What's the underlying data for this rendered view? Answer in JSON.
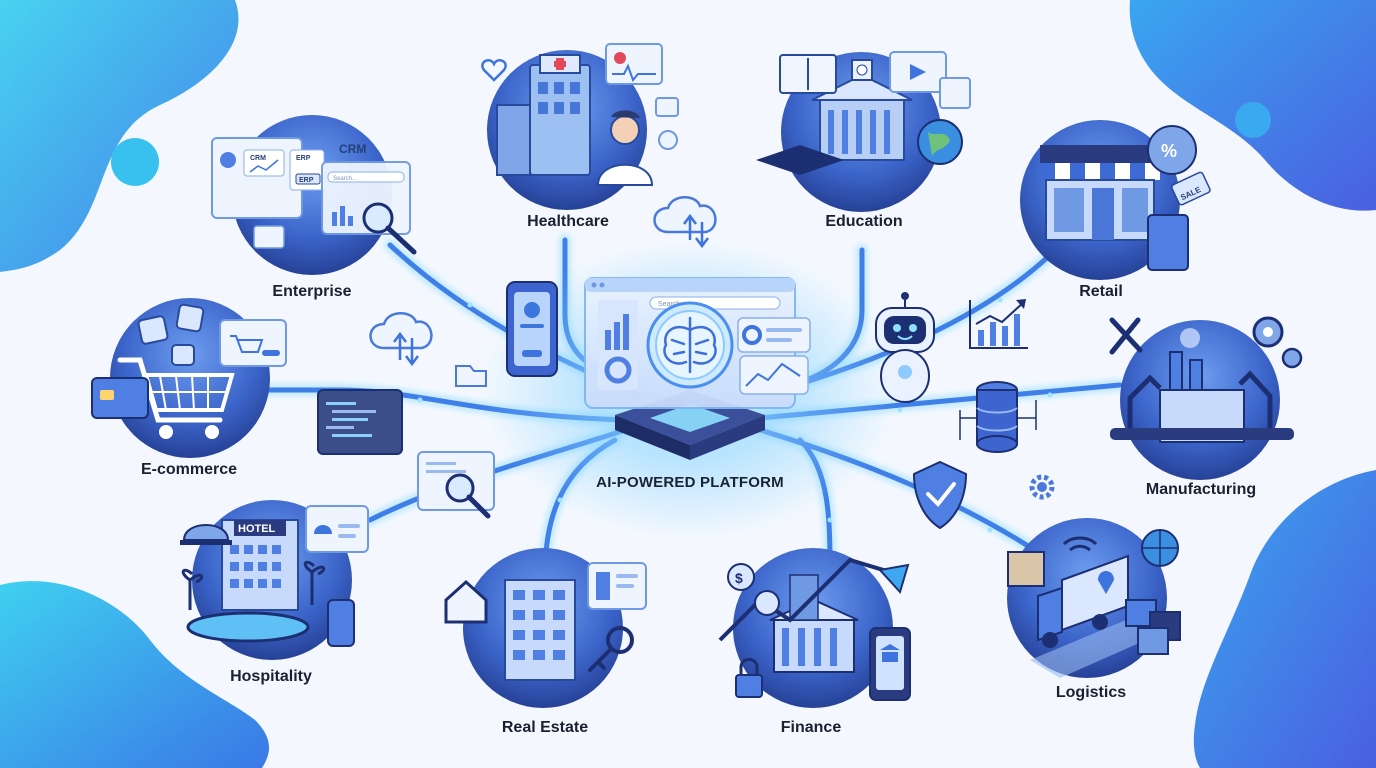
{
  "hub": {
    "title": "AI-POWERED PLATFORM",
    "search_placeholder": "Search..."
  },
  "sectors": [
    {
      "key": "healthcare",
      "label": "Healthcare",
      "icon": "hospital-doctor-icon"
    },
    {
      "key": "education",
      "label": "Education",
      "icon": "university-graduation-icon"
    },
    {
      "key": "retail",
      "label": "Retail",
      "icon": "storefront-shopping-icon"
    },
    {
      "key": "manufacturing",
      "label": "Manufacturing",
      "icon": "factory-robot-arm-icon"
    },
    {
      "key": "logistics",
      "label": "Logistics",
      "icon": "delivery-truck-icon"
    },
    {
      "key": "finance",
      "label": "Finance",
      "icon": "bank-currency-icon"
    },
    {
      "key": "real_estate",
      "label": "Real Estate",
      "icon": "building-house-key-icon"
    },
    {
      "key": "hospitality",
      "label": "Hospitality",
      "icon": "hotel-pool-icon"
    },
    {
      "key": "ecommerce",
      "label": "E-commerce",
      "icon": "shopping-cart-icon"
    },
    {
      "key": "enterprise",
      "label": "Enterprise",
      "icon": "crm-erp-dashboard-icon"
    }
  ],
  "enterprise_panels": {
    "crm": "CRM",
    "crm_small": "CRM",
    "erp_small": "ERP",
    "erp": "ERP",
    "search": "Search..."
  },
  "hospitality_sign": "HOTEL",
  "retail_tag": "SALE",
  "floating_icons": [
    "cloud-sync-icon",
    "mobile-profile-icon",
    "robot-assistant-icon",
    "database-server-icon",
    "shield-check-icon",
    "gear-icon",
    "code-window-icon",
    "search-analytics-icon",
    "growth-chart-icon"
  ],
  "colors": {
    "accent": "#2f6fe0",
    "glow": "#7fd6ff",
    "dark": "#1d2f73",
    "label": "#1a2030"
  }
}
